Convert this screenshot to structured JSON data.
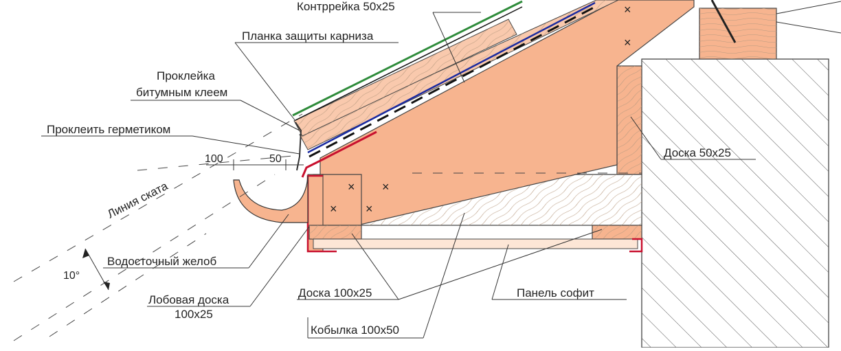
{
  "labels": {
    "counter_batten": "Контррейка 50х25",
    "eaves_strip": "Планка защиты карниза",
    "bitumen_glue_1": "Проклейка",
    "bitumen_glue_2": "битумным клеем",
    "sealant": "Проклеить герметиком",
    "slope_line": "Линия ската",
    "gutter": "Водосточный желоб",
    "fascia_1": "Лобовая доска",
    "fascia_2": "100х25",
    "board_100": "Доска 100х25",
    "soffit": "Панель софит",
    "filly": "Кобылка 100х50",
    "board_50": "Доска 50х25"
  },
  "dimensions": {
    "d100": "100",
    "d50": "50",
    "angle": "10°"
  },
  "colors": {
    "wood": "#f7b48f",
    "metal_red": "#c8102e",
    "membrane_green": "#2e8b3a",
    "membrane_blue": "#1a2aa0"
  }
}
